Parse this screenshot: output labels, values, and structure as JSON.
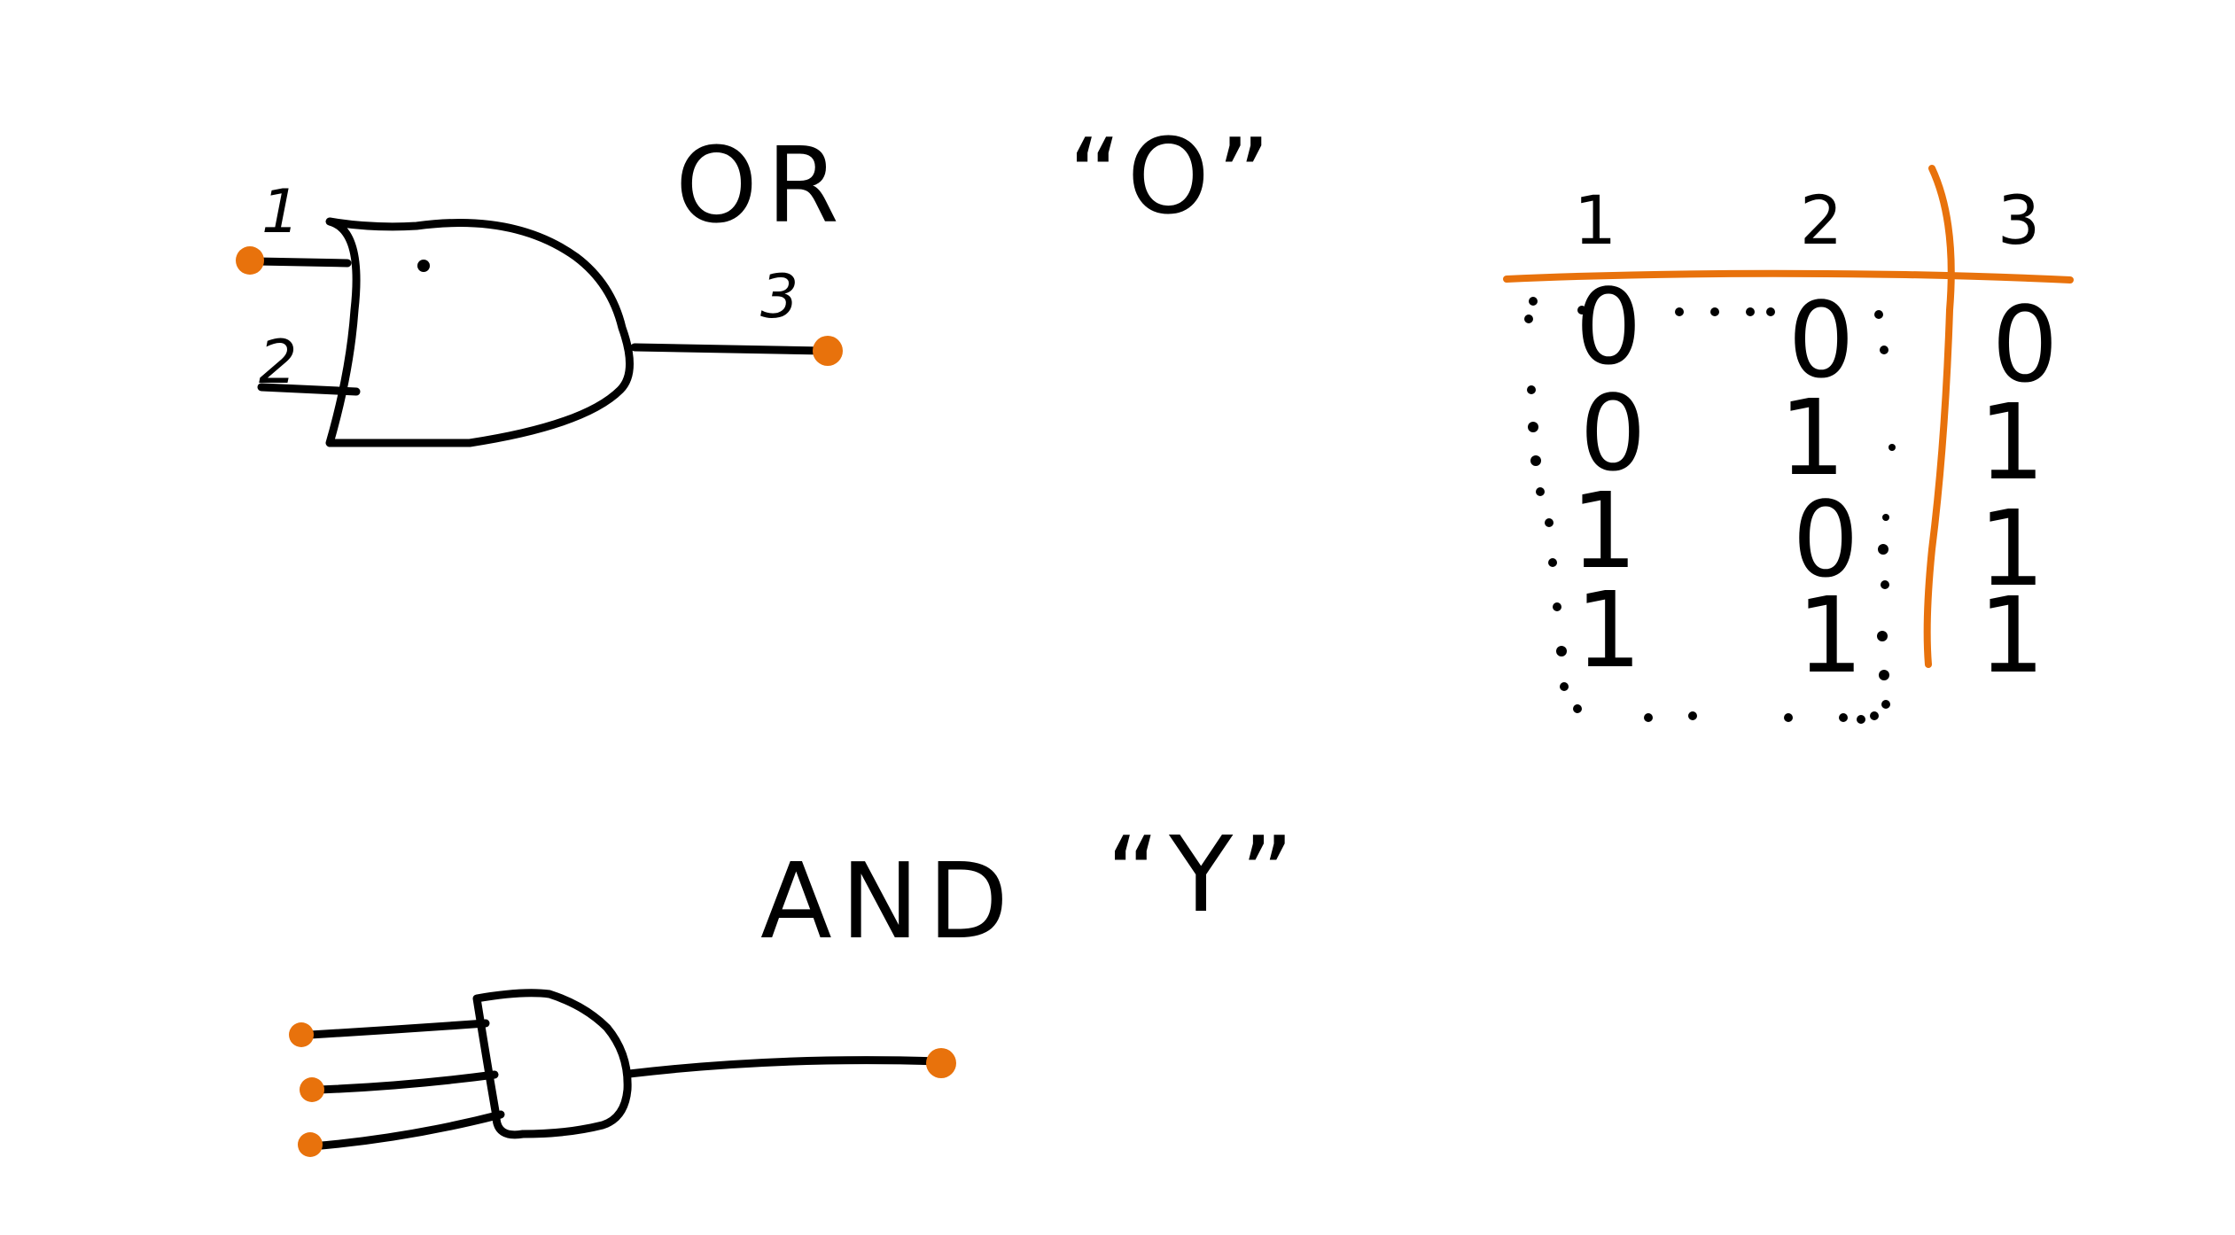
{
  "colors": {
    "ink": "#000000",
    "accent": "#e8720c",
    "background": "#ffffff"
  },
  "or_gate": {
    "name": "OR",
    "quoted_name": "“O”",
    "input_labels": [
      "1",
      "2"
    ],
    "output_label": "3"
  },
  "and_gate": {
    "name": "AND",
    "quoted_name": "“Y”",
    "input_count": 3
  },
  "truth_table": {
    "headers": [
      "1",
      "2",
      "3"
    ],
    "rows": [
      [
        "0",
        "0",
        "0"
      ],
      [
        "0",
        "1",
        "1"
      ],
      [
        "1",
        "0",
        "1"
      ],
      [
        "1",
        "1",
        "1"
      ]
    ]
  }
}
